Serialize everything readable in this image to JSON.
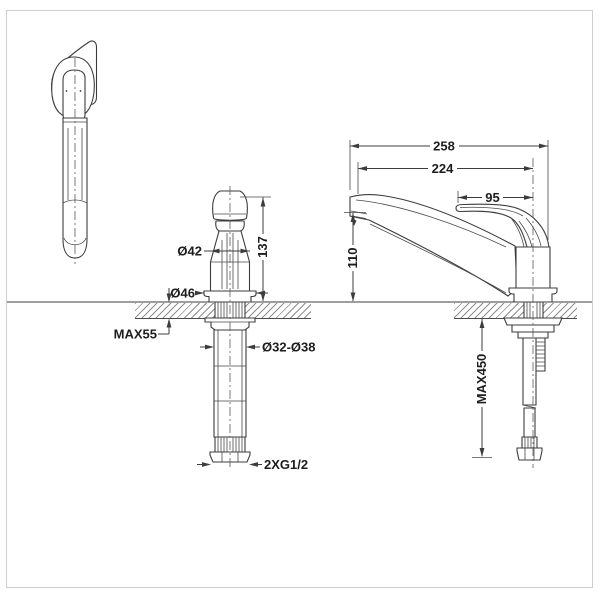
{
  "drawing": {
    "title": "kitchen-faucet-technical-drawing",
    "views": {
      "top_view": "faucet seen from above",
      "front_view": "faucet front elevation with mounting shank",
      "side_view": "faucet side elevation with supply hose"
    },
    "dimensions": {
      "front": {
        "body_diameter": "Ø42",
        "base_diameter": "Ø46",
        "height_above_counter": "137",
        "max_counter_thickness": "MAX55",
        "mounting_hole_diameter": "Ø32-Ø38",
        "hose_thread": "2XG1/2"
      },
      "side": {
        "total_length": "258",
        "spout_reach": "224",
        "handle_length": "95",
        "spout_height": "110",
        "max_hose_length": "MAX450"
      }
    },
    "colors": {
      "line": "#3c3c3c",
      "hatch": "#8e8e8e",
      "frame": "#cfcfcf",
      "background": "#ffffff"
    }
  }
}
